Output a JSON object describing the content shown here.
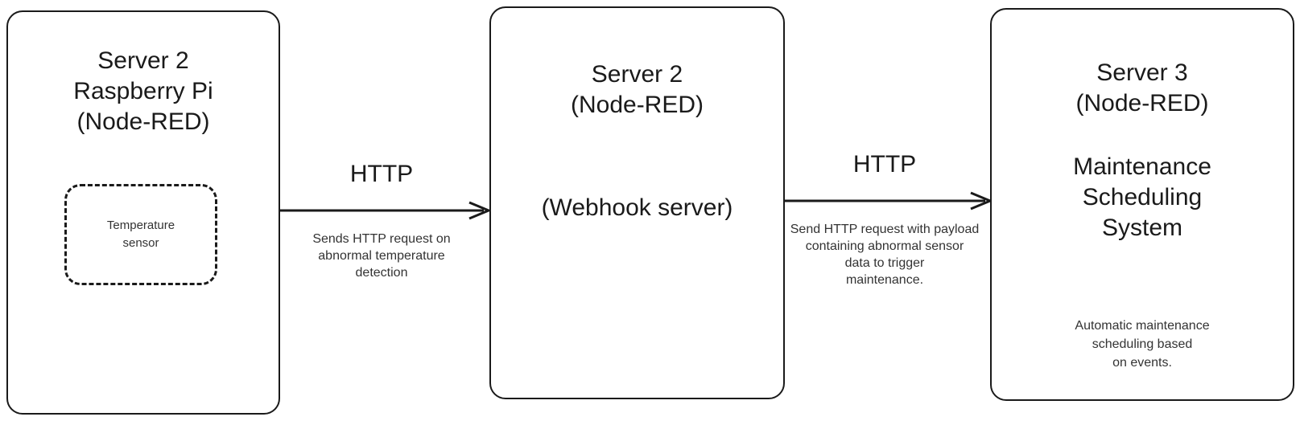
{
  "diagram": {
    "background": "#ffffff",
    "stroke_color": "#1a1a1a",
    "text_color": "#1a1a1a",
    "muted_text_color": "#333333",
    "nodes": [
      {
        "id": "server2-raspberry-pi",
        "title": "Server 2\nRaspberry Pi\n(Node-RED)",
        "component": {
          "id": "temperature-sensor",
          "label": "Temperature\nsensor",
          "style": "dashed"
        }
      },
      {
        "id": "server2-webhook",
        "title": "Server 2\n(Node-RED)",
        "subtitle": "(Webhook server)"
      },
      {
        "id": "server3-maintenance",
        "title": "Server 3\n(Node-RED)",
        "subtitle": "Maintenance\nScheduling\nSystem",
        "note": "Automatic maintenance\nscheduling based\non events."
      }
    ],
    "connectors": [
      {
        "id": "conn-pi-to-webhook",
        "label": "HTTP",
        "description": "Sends HTTP request on\nabnormal temperature\ndetection",
        "from": "server2-raspberry-pi",
        "to": "server2-webhook"
      },
      {
        "id": "conn-webhook-to-maintenance",
        "label": "HTTP",
        "description": "Send HTTP request with payload\ncontaining abnormal sensor\ndata to trigger\nmaintenance.",
        "from": "server2-webhook",
        "to": "server3-maintenance"
      }
    ]
  }
}
